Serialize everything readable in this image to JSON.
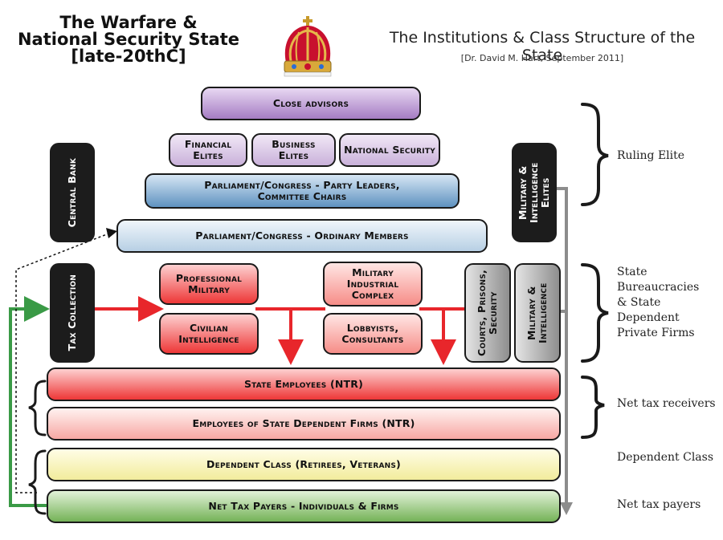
{
  "header": {
    "title_line1": "The Warfare &",
    "title_line2": "National Security State",
    "title_line3": "[late-20thC]",
    "main_title": "The Institutions & Class Structure of the State",
    "attribution": "[Dr. David M. Hart, September 2011]"
  },
  "boxes": {
    "close_advisors": "Close advisors",
    "financial_elites": "Financial Elites",
    "business_elites": "Business Elites",
    "national_security": "National Security",
    "party_leaders_line1": "Parliament/Congress - Party Leaders,",
    "party_leaders_line2": "Committee Chairs",
    "ordinary_members": "Parliament/Congress - Ordinary Members",
    "central_bank": "Central Bank",
    "military_intel_elites": "Military & Intelligence Elites",
    "tax_collection": "Tax Collection",
    "professional_military": "Professional Military",
    "civilian_intelligence": "Civilian Intelligence",
    "military_industrial_complex": "Military Industrial Complex",
    "lobbyists_consultants": "Lobbyists, Consultants",
    "courts_prisons_security": "Courts, Prisons, Security",
    "military_intelligence": "Military & Intelligence",
    "state_employees": "State Employees (NTR)",
    "employees_state_dependent_firms": "Employees of State Dependent Firms (NTR)",
    "dependent_class": "Dependent Class (Retirees, Veterans)",
    "net_tax_payers": "Net Tax Payers - Individuals & Firms"
  },
  "side_labels": {
    "ruling_elite": "Ruling Elite",
    "state_bureaucracies_l1": "State",
    "state_bureaucracies_l2": "Bureaucracies",
    "state_bureaucracies_l3": "& State",
    "state_bureaucracies_l4": "Dependent",
    "state_bureaucracies_l5": "Private Firms",
    "net_tax_receivers": "Net tax receivers",
    "dependent_class": "Dependent Class",
    "net_tax_payers": "Net tax payers"
  },
  "icons": {
    "crown": "crown-icon"
  },
  "colors": {
    "red_arrow": "#e8262b",
    "green_arrow": "#3a9a46",
    "grey_arrow": "#8c8c8c"
  }
}
